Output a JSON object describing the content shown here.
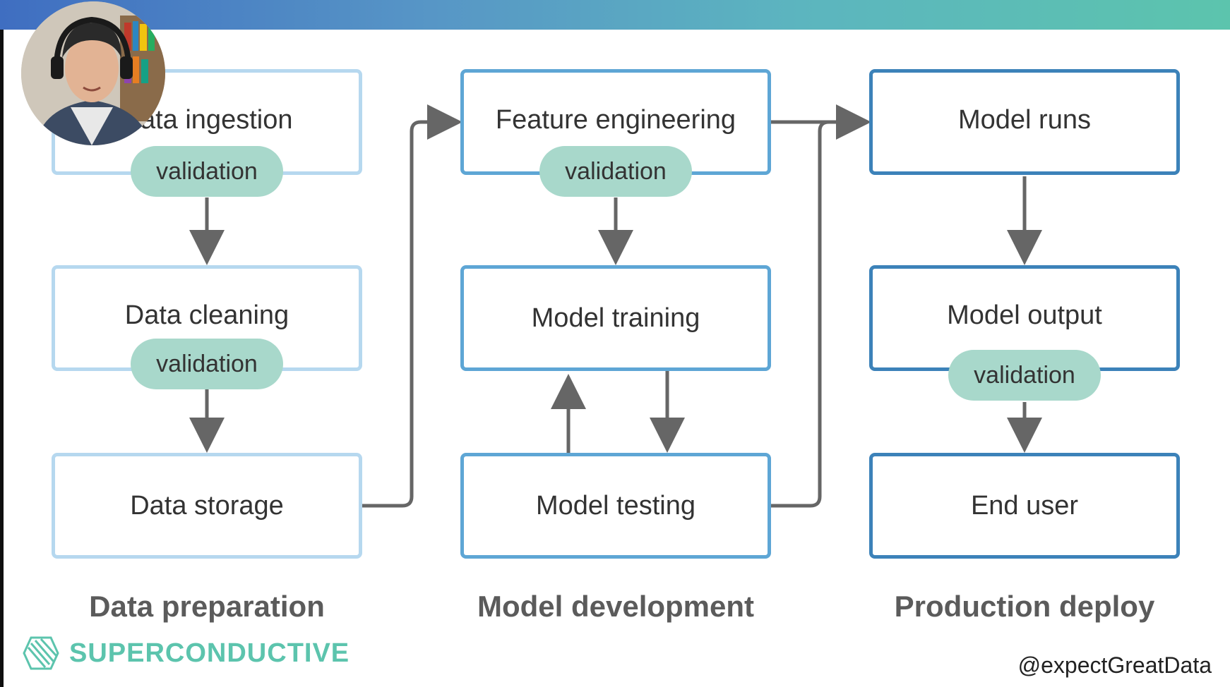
{
  "sections": {
    "data_preparation": "Data preparation",
    "model_development": "Model development",
    "production_deploy": "Production deploy"
  },
  "boxes": {
    "data_ingestion": "Data ingestion",
    "data_cleaning": "Data cleaning",
    "data_storage": "Data storage",
    "feature_engineering": "Feature engineering",
    "model_training": "Model training",
    "model_testing": "Model testing",
    "model_runs": "Model runs",
    "model_output": "Model output",
    "end_user": "End user"
  },
  "validation_label": "validation",
  "brand": {
    "name": "SUPERCONDUCTIVE"
  },
  "handle": "@expectGreatData",
  "colors": {
    "col1_border": "#b6d8ef",
    "col2_border": "#5ea6d5",
    "col3_border": "#3c82b9",
    "validation_fill": "#a8d8cb",
    "arrow": "#666666",
    "brand": "#5cc4ad"
  }
}
